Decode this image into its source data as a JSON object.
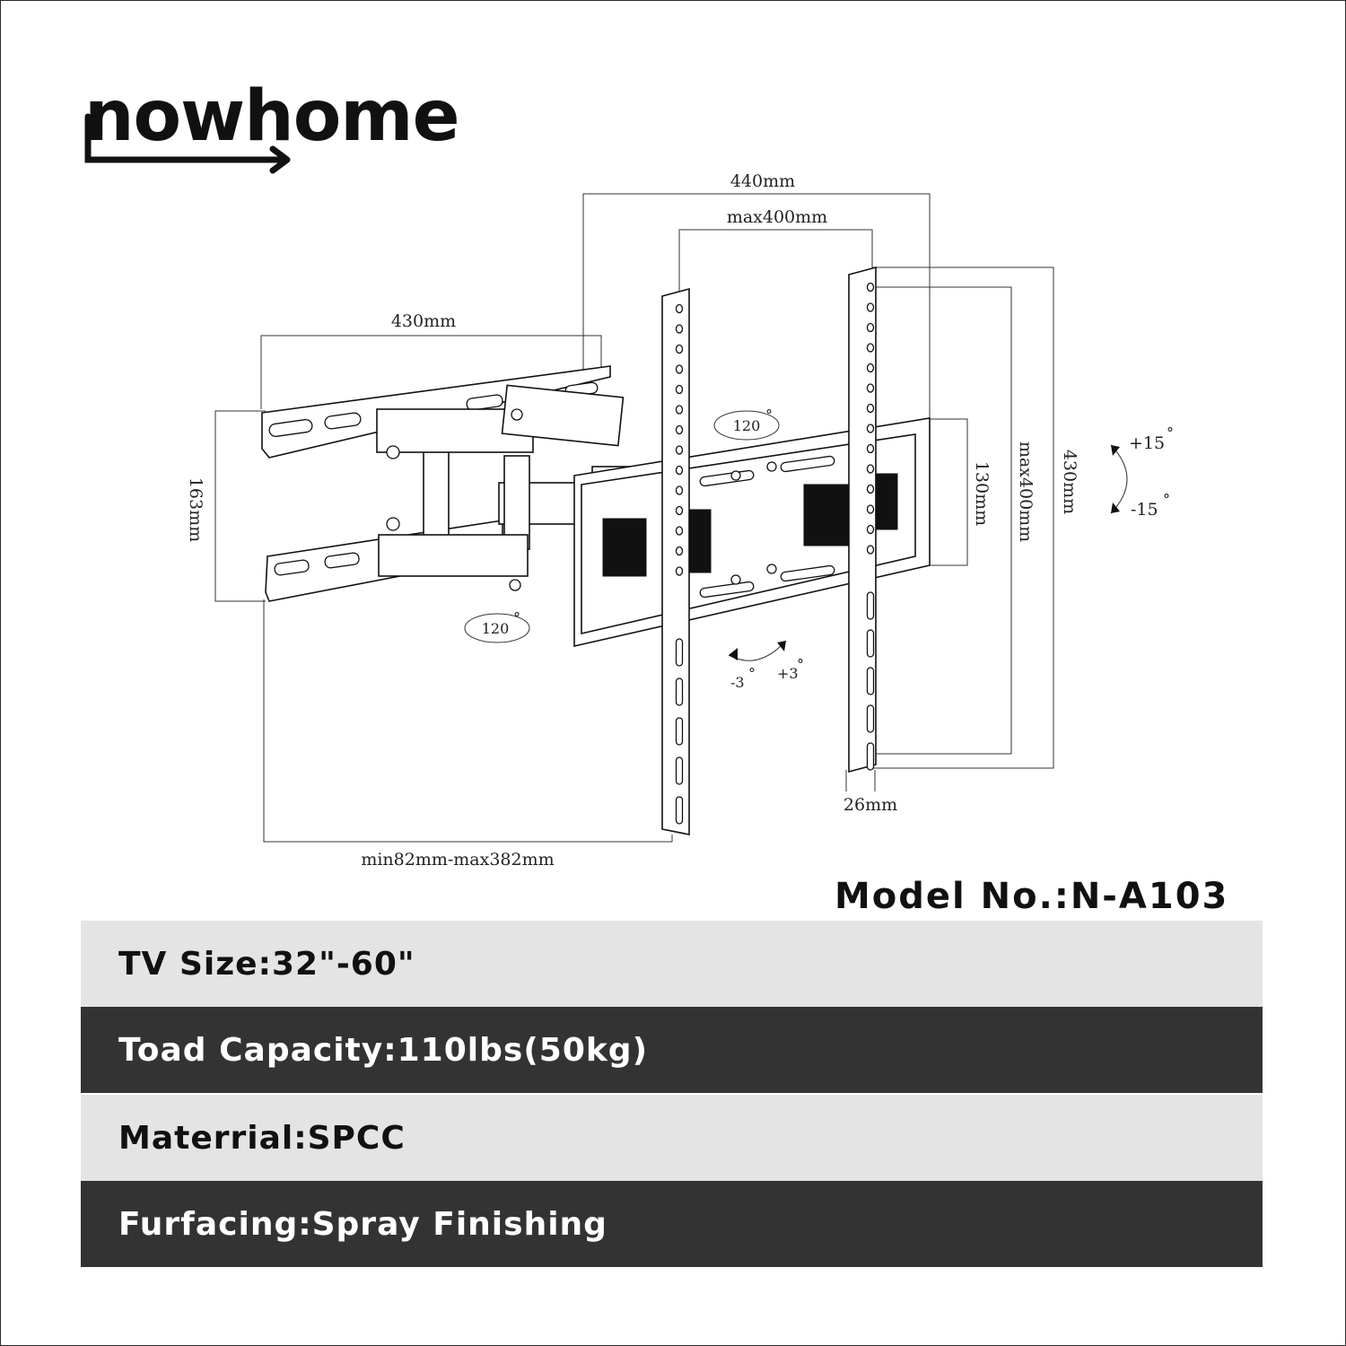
{
  "brand": {
    "logo_text": "nowhome"
  },
  "dimensions": {
    "width_overall": "440mm",
    "vesa_horizontal": "max400mm",
    "arm_width": "430mm",
    "wall_plate_height": "163mm",
    "tv_bracket_height": "130mm",
    "vesa_vertical": "max400mm",
    "bracket_height_overall": "430mm",
    "profile_thickness": "26mm",
    "extension": "min82mm-max382mm"
  },
  "angles": {
    "swivel_top": "120",
    "swivel_bottom": "120",
    "tilt_up": "+15",
    "tilt_down": "-15",
    "rotate_left": "-3",
    "rotate_right": "+3",
    "degree_symbol": "°"
  },
  "model": {
    "label": "Model No.:N-A103"
  },
  "specs": [
    {
      "text": "TV Size:32\"-60\"",
      "style": "light"
    },
    {
      "text": "Toad Capacity:110lbs(50kg)",
      "style": "dark"
    },
    {
      "text": "Materrial:SPCC",
      "style": "light"
    },
    {
      "text": "Furfacing:Spray Finishing",
      "style": "dark"
    }
  ],
  "colors": {
    "dark_row": "#333333",
    "light_row": "#e4e4e4",
    "ink": "#111111"
  }
}
